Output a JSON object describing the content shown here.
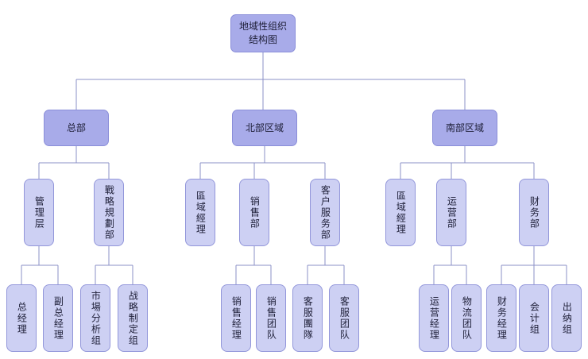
{
  "diagram": {
    "type": "org-chart",
    "title": "地域性组织结构图"
  },
  "colors": {
    "background": "#ffffff",
    "primary_node_fill": "#a8abe9",
    "primary_node_border": "#8a8ed9",
    "secondary_node_fill": "#cdd0f3",
    "secondary_node_border": "#9296da",
    "connector_line": "#8b90c7",
    "text": "#20213a"
  },
  "nodes": {
    "root": "地域性组织结构图",
    "headquarters": "总部",
    "north_region": "北部区域",
    "south_region": "南部区域",
    "management": "管理层",
    "strategic_planning": "戰略規劃部",
    "north_regional_manager": "區域經理",
    "sales_dept": "销售部",
    "customer_service_dept": "客户服务部",
    "south_regional_manager": "區域經理",
    "operations_dept": "运营部",
    "finance_dept": "财务部",
    "general_manager": "总经理",
    "deputy_general_manager": "副总经理",
    "market_analysis_group": "市場分析组",
    "strategy_formulation_group": "战略制定组",
    "sales_manager": "销售经理",
    "sales_team": "销售团队",
    "cs_team_1": "客服團隊",
    "cs_team_2": "客服团队",
    "operations_manager": "运营经理",
    "logistics_team": "物流团队",
    "finance_manager": "财务经理",
    "accounting_group": "会计组",
    "cashier_group": "出纳组"
  }
}
